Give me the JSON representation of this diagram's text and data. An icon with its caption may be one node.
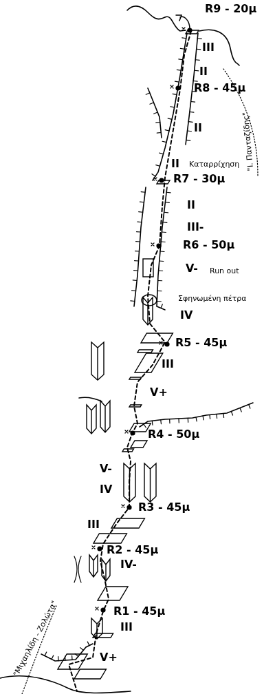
{
  "diagram": {
    "labels": [
      "R9 - 20μ",
      "III",
      "II",
      "R8 - 45μ",
      "II",
      "\"Ι. Πανταζίδης\"",
      "II",
      "Καταρρίχηση",
      "R7 - 30μ",
      "II",
      "III-",
      "R6 - 50μ",
      "V-",
      "Run out",
      "Σφηνωμένη πέτρα",
      "IV",
      "R5 - 45μ",
      "III",
      "V+",
      "R4 - 50μ",
      "V-",
      "IV",
      "R3 - 45μ",
      "III",
      "R2 - 45μ",
      "IV-",
      "R1 - 45μ",
      "III",
      "\"Μιχαηλίδη - Ζολώτα\"",
      "V+"
    ]
  }
}
